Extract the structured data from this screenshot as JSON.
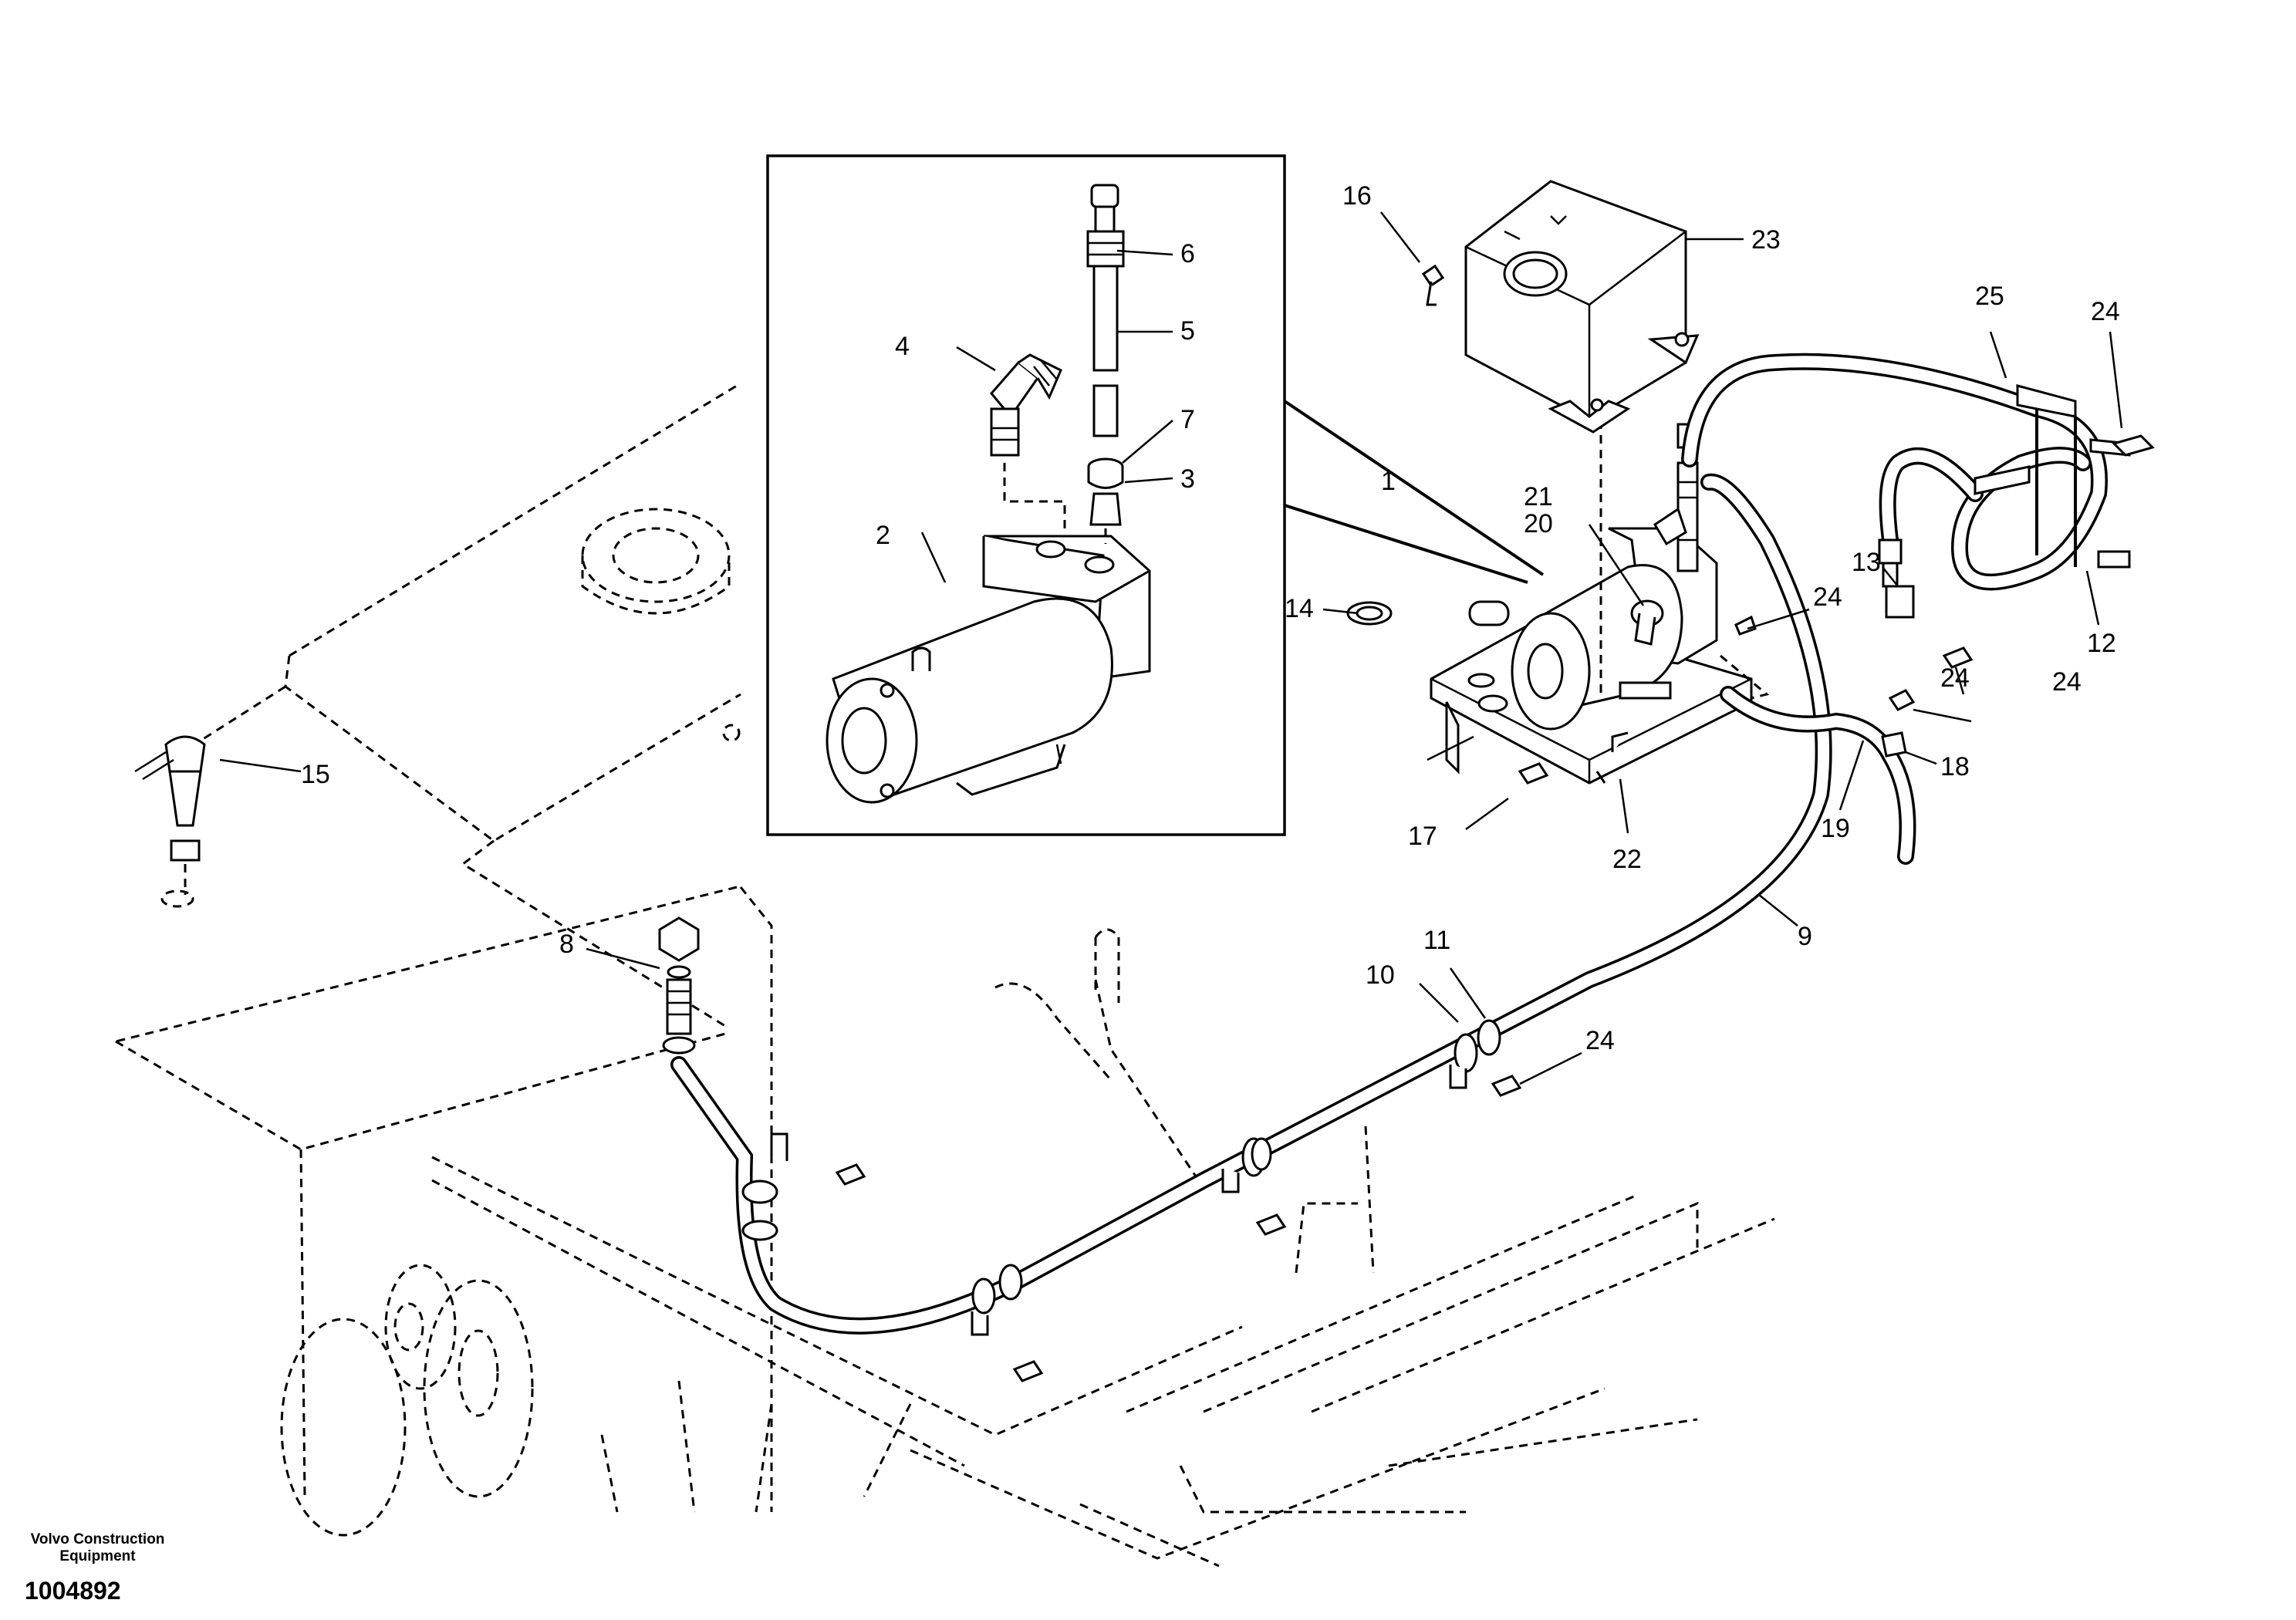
{
  "drawing": {
    "publisher_lines": [
      "Volvo Construction",
      "Equipment"
    ],
    "document_number": "1004892"
  },
  "callouts": [
    {
      "label": "1"
    },
    {
      "label": "2"
    },
    {
      "label": "3"
    },
    {
      "label": "4"
    },
    {
      "label": "5"
    },
    {
      "label": "6"
    },
    {
      "label": "7"
    },
    {
      "label": "8"
    },
    {
      "label": "9"
    },
    {
      "label": "10"
    },
    {
      "label": "11"
    },
    {
      "label": "12"
    },
    {
      "label": "13"
    },
    {
      "label": "14"
    },
    {
      "label": "15"
    },
    {
      "label": "16"
    },
    {
      "label": "17"
    },
    {
      "label": "18"
    },
    {
      "label": "19"
    },
    {
      "label": "20"
    },
    {
      "label": "21"
    },
    {
      "label": "22"
    },
    {
      "label": "23"
    },
    {
      "label": "24"
    },
    {
      "label": "24"
    },
    {
      "label": "24"
    },
    {
      "label": "24"
    },
    {
      "label": "24"
    },
    {
      "label": "25"
    }
  ]
}
